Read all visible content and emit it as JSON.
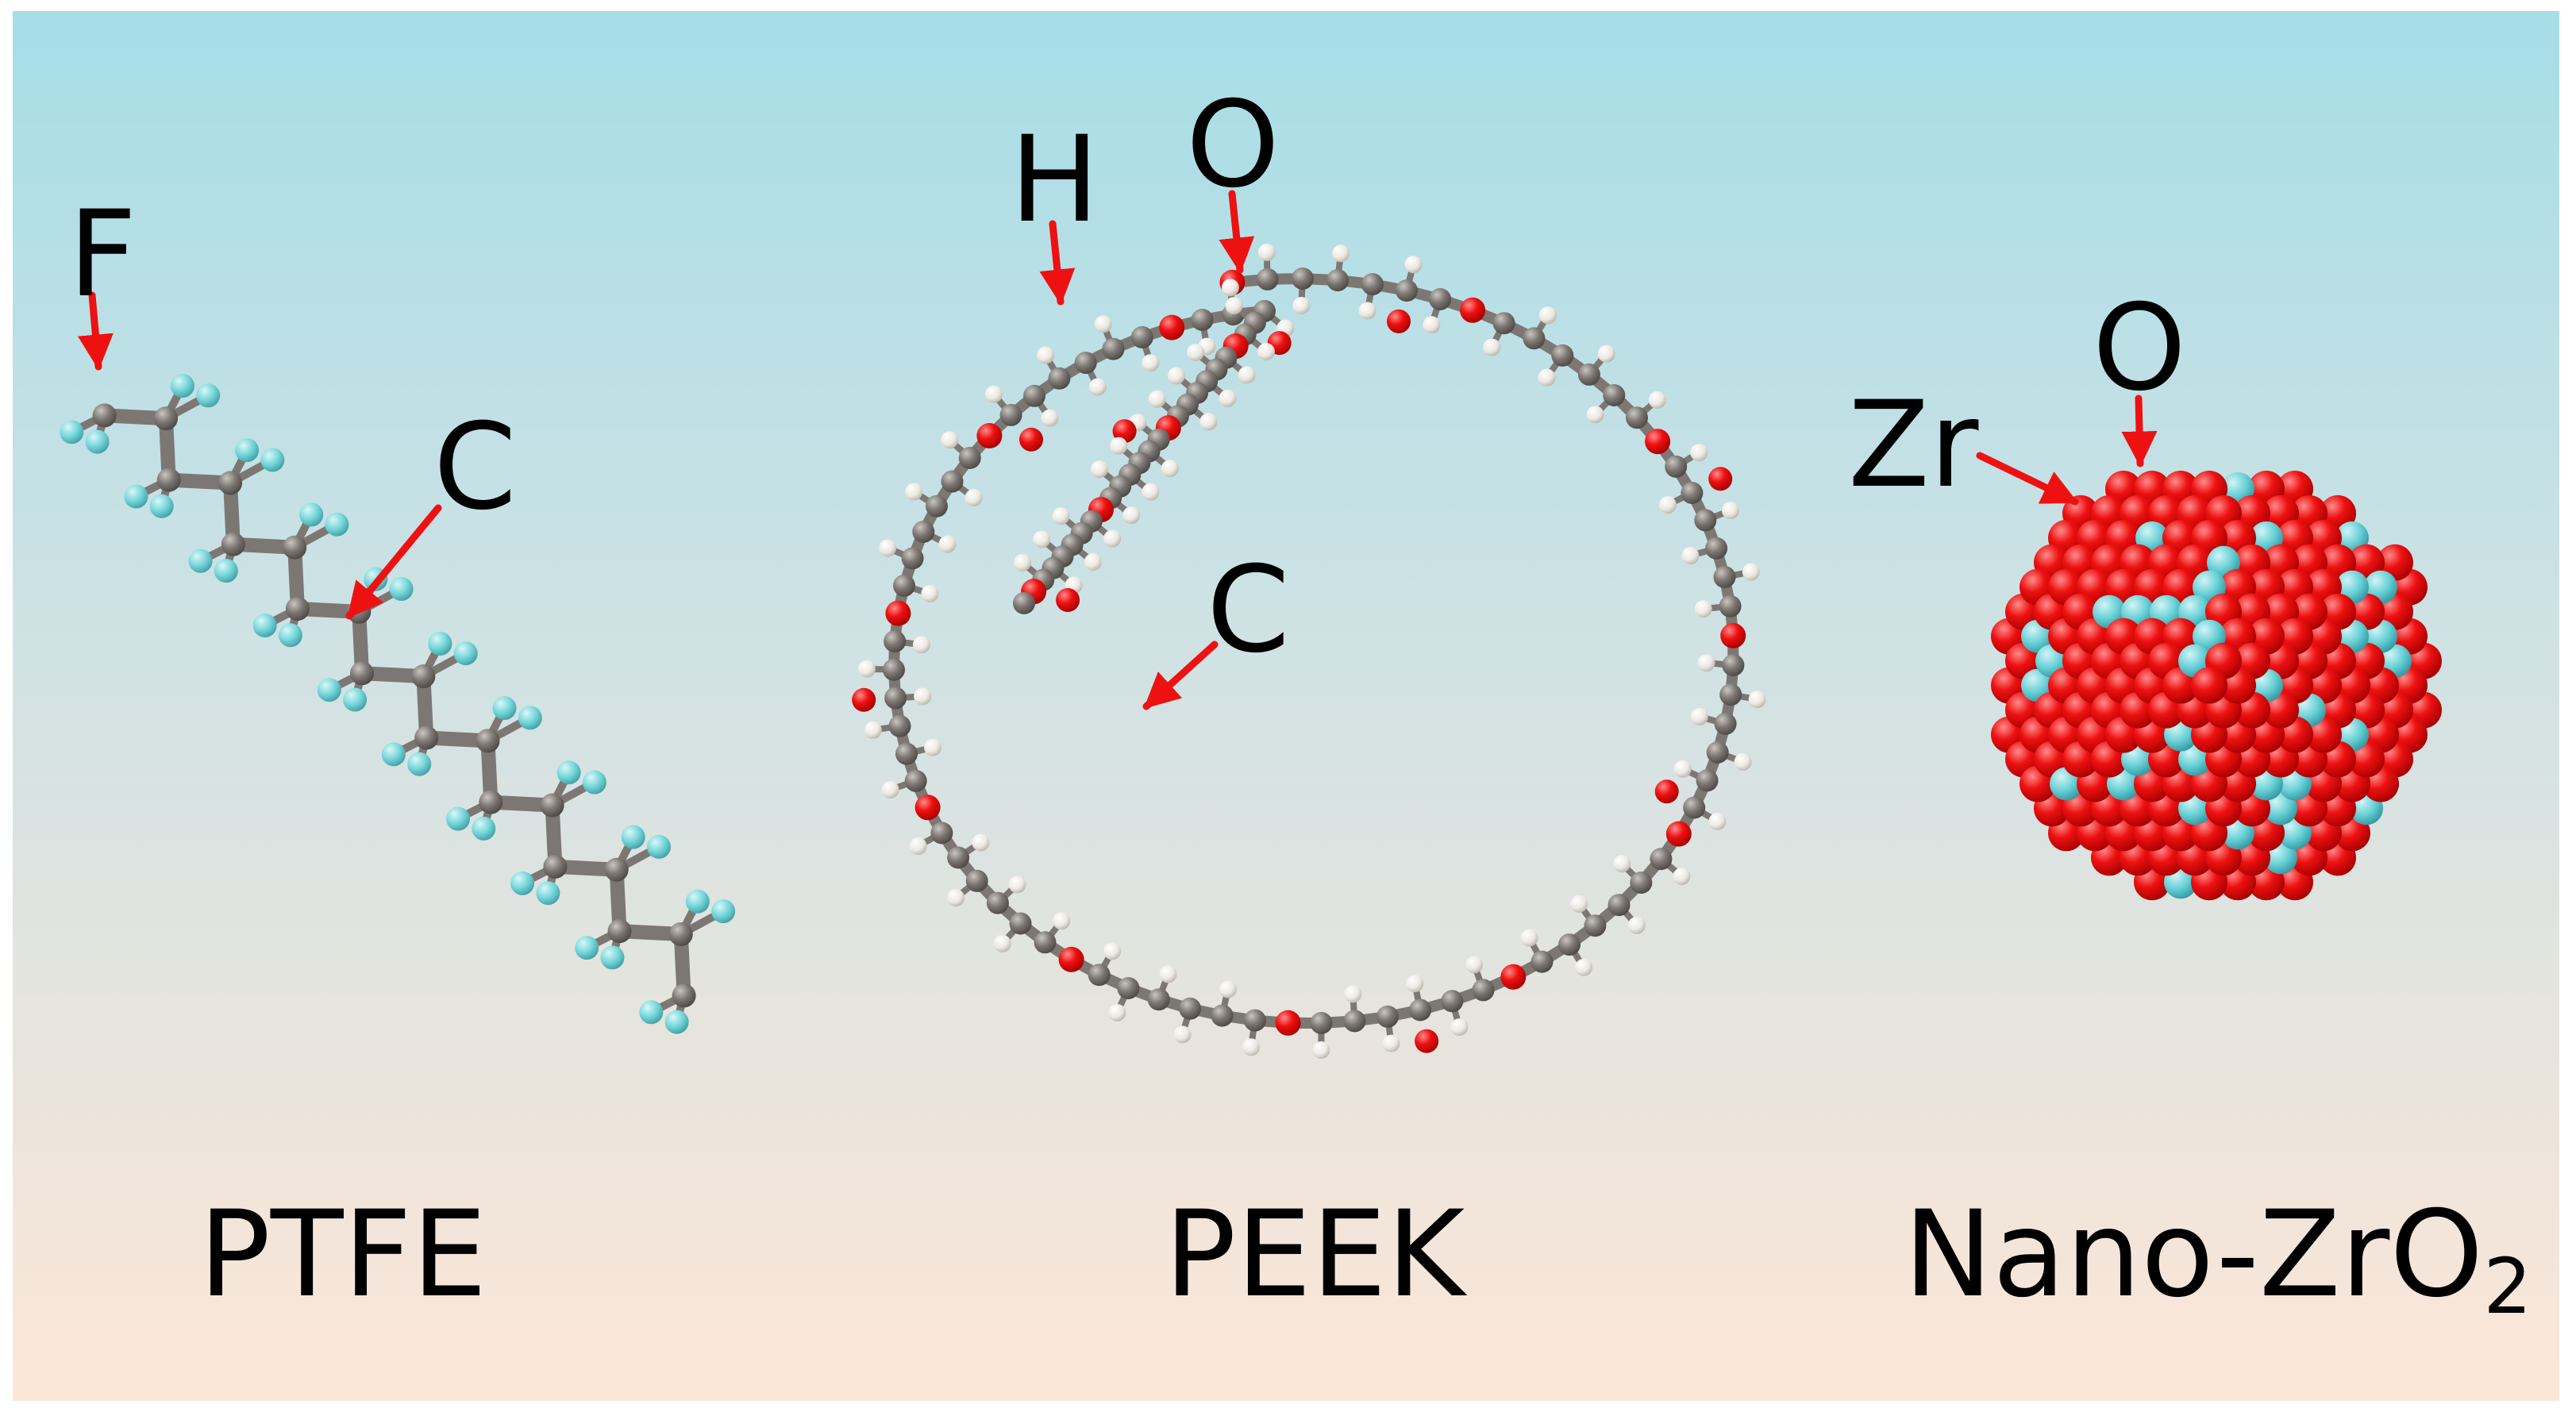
{
  "colors": {
    "background_top": "#a6dde7",
    "background_bottom": "#fde6d7",
    "carbon": "#7d7773",
    "hydrogen": "#ece8e2",
    "oxygen": "#ee1111",
    "fluorine": "#74d5d8",
    "zirconium": "#67d0d6",
    "arrow": "#ee1111"
  },
  "ptfe": {
    "name": "PTFE",
    "label_f": "F",
    "label_c": "C"
  },
  "peek": {
    "name": "PEEK",
    "label_h": "H",
    "label_o": "O",
    "label_c": "C"
  },
  "zro2": {
    "name_main": "Nano-ZrO",
    "name_sub": "2",
    "label_zr": "Zr",
    "label_o": "O"
  }
}
